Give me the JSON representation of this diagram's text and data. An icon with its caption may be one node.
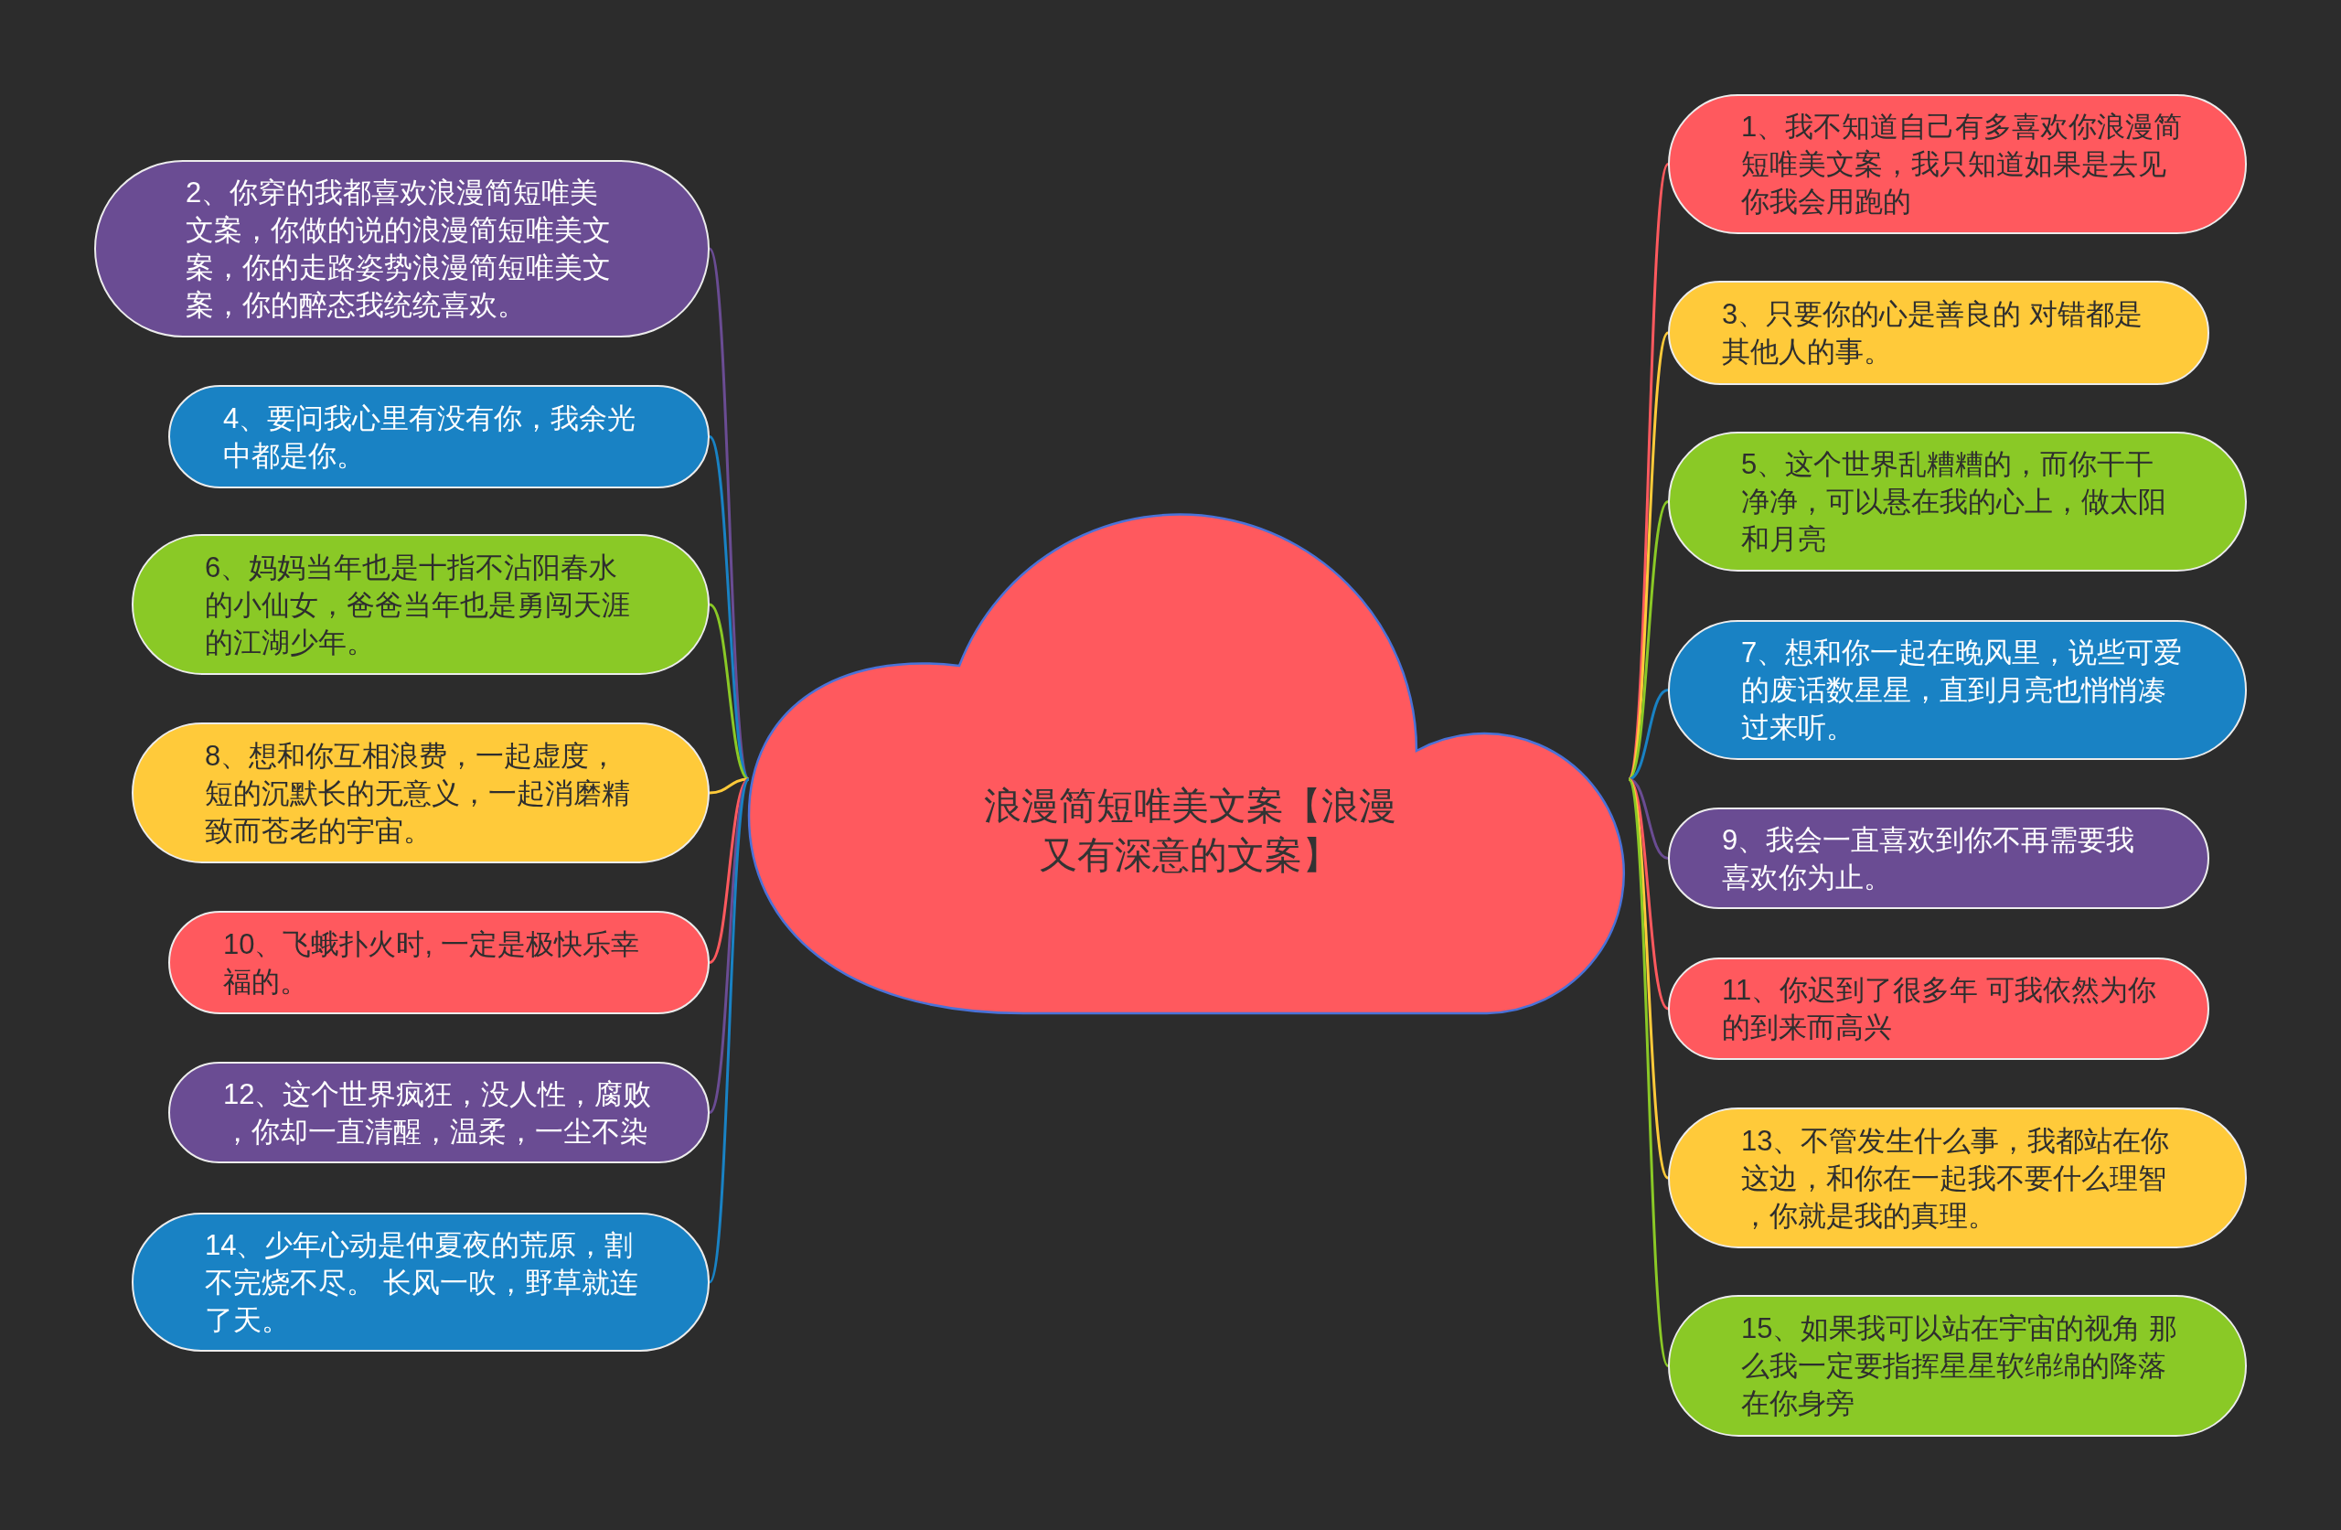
{
  "diagram": {
    "nodes": [
      {
        "text": [
          "浪漫简短唯美文案【浪漫又有深意的文案】"
        ]
      },
      {
        "text": [
          "1、我不知道自己有多喜欢你浪漫简短唯美文案，我只知道如果是去见你我会用跑的"
        ]
      },
      {
        "text": [
          "2、你穿的我都喜欢浪漫简短唯美文案，你做的说的浪漫简短唯美文案，你的走路姿势浪漫简短唯美文案，你的醉态我统统喜欢。"
        ]
      },
      {
        "text": [
          "3、只要你的心是善良的 对错都是其他人的事。"
        ]
      },
      {
        "text": [
          "4、要问我心里有没有你，我余光中都是你。"
        ]
      },
      {
        "text": [
          "5、这个世界乱糟糟的，而你干干净净，可以悬在我的心上，做太阳和月亮"
        ]
      },
      {
        "text": [
          "6、妈妈当年也是十指不沾阳春水的小仙女，爸爸当年也是勇闯天涯的江湖少年。"
        ]
      },
      {
        "text": [
          "7、想和你一起在晚风里，说些可爱的废话数星星，直到月亮也悄悄凑过来听。"
        ]
      },
      {
        "text": [
          "8、想和你互相浪费，一起虚度，短的沉默长的无意义，一起消磨精致而苍老的宇宙。"
        ]
      },
      {
        "text": [
          "9、我会一直喜欢到你不再需要我喜欢你为止。"
        ]
      },
      {
        "text": [
          "10、飞蛾扑火时, 一定是极快乐幸福的。"
        ]
      },
      {
        "text": [
          "11、你迟到了很多年 可我依然为你的到来而高兴"
        ]
      },
      {
        "text": [
          "12、这个世界疯狂，没人性，腐败，你却一直清醒，温柔，一尘不染"
        ]
      },
      {
        "text": [
          "13、不管发生什么事，我都站在你这边，和你在一起我不要什么理智，你就是我的真理。"
        ]
      },
      {
        "text": [
          "14、少年心动是仲夏夜的荒原，割不完烧不尽。 长风一吹，野草就连了天。"
        ]
      },
      {
        "text": [
          "15、如果我可以站在宇宙的视角 那么我一定要指挥星星软绵绵的降落在你身旁"
        ]
      }
    ],
    "edges": [
      {
        "from": 0,
        "to": 1,
        "arrow": "none",
        "color": "#ff595e"
      },
      {
        "from": 0,
        "to": 2,
        "arrow": "none",
        "color": "#6a4c93"
      },
      {
        "from": 0,
        "to": 3,
        "arrow": "none",
        "color": "#ffca3a"
      },
      {
        "from": 0,
        "to": 4,
        "arrow": "none",
        "color": "#1982c4"
      },
      {
        "from": 0,
        "to": 5,
        "arrow": "none",
        "color": "#8ac926"
      },
      {
        "from": 0,
        "to": 6,
        "arrow": "none",
        "color": "#8ac926"
      },
      {
        "from": 0,
        "to": 7,
        "arrow": "none",
        "color": "#1982c4"
      },
      {
        "from": 0,
        "to": 8,
        "arrow": "none",
        "color": "#ffca3a"
      },
      {
        "from": 0,
        "to": 9,
        "arrow": "none",
        "color": "#6a4c93"
      },
      {
        "from": 0,
        "to": 10,
        "arrow": "none",
        "color": "#ff595e"
      },
      {
        "from": 0,
        "to": 11,
        "arrow": "none",
        "color": "#ff595e"
      },
      {
        "from": 0,
        "to": 12,
        "arrow": "none",
        "color": "#6a4c93"
      },
      {
        "from": 0,
        "to": 13,
        "arrow": "none",
        "color": "#ffca3a"
      },
      {
        "from": 0,
        "to": 14,
        "arrow": "none",
        "color": "#1982c4"
      },
      {
        "from": 0,
        "to": 15,
        "arrow": "none",
        "color": "#8ac926"
      }
    ]
  }
}
